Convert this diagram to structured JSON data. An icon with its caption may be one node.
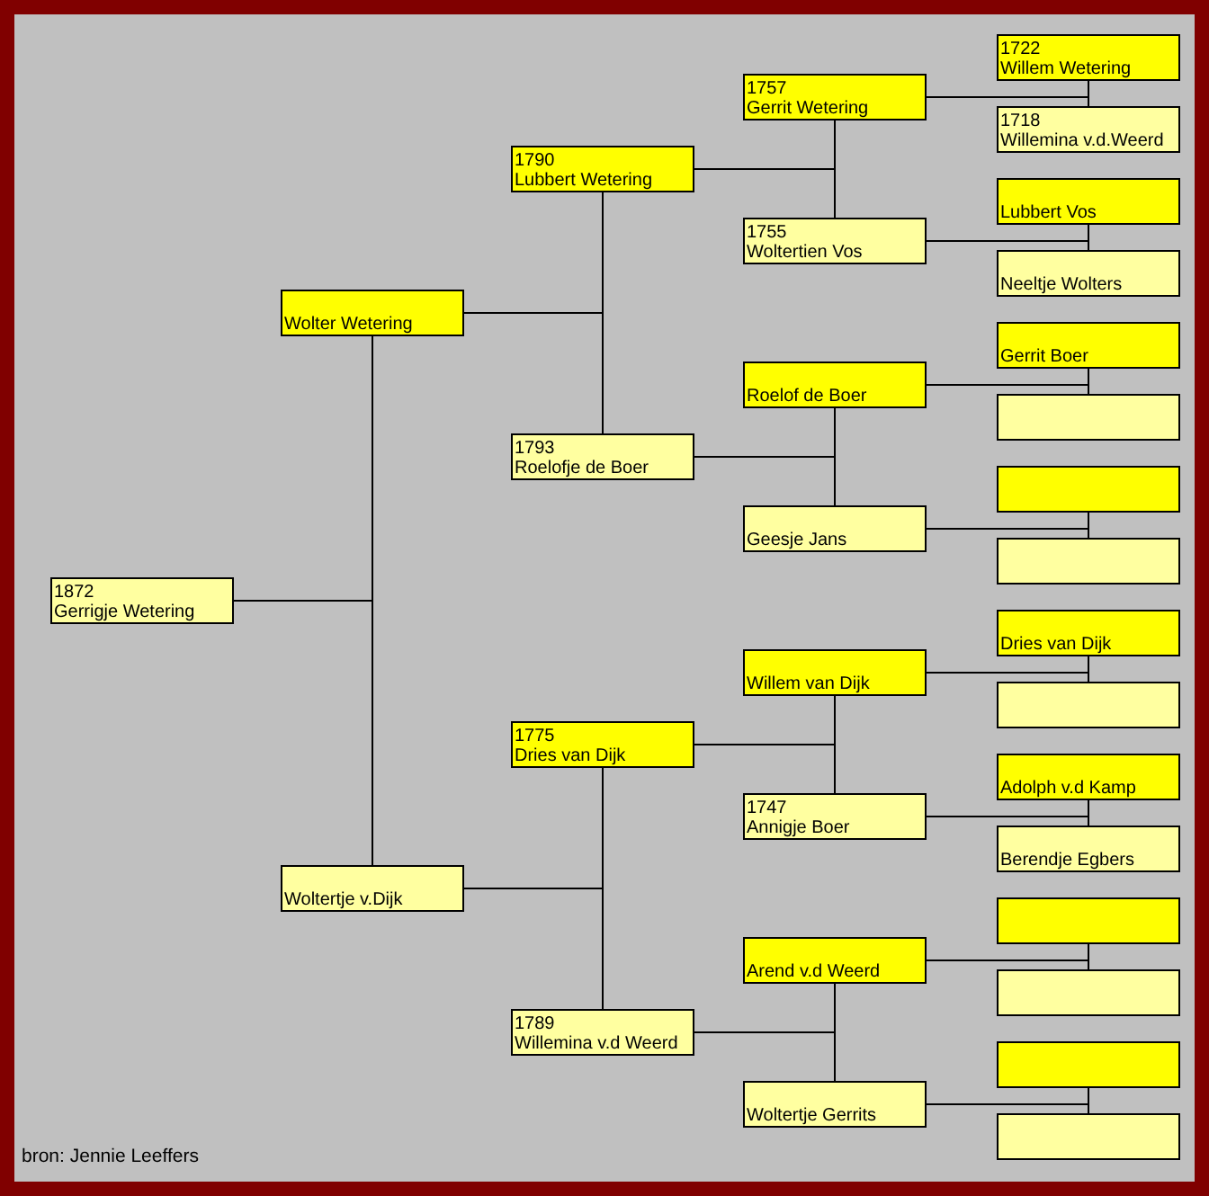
{
  "diagram": {
    "nodes": [
      {
        "text": [
          "1872",
          "Gerrigje Wetering"
        ]
      },
      {
        "text": [
          "Wolter Wetering"
        ]
      },
      {
        "text": [
          "Woltertje v.Dijk"
        ]
      },
      {
        "text": [
          "1790",
          "Lubbert Wetering"
        ]
      },
      {
        "text": [
          "1793",
          "Roelofje de Boer"
        ]
      },
      {
        "text": [
          "1775",
          "Dries van Dijk"
        ]
      },
      {
        "text": [
          "1789",
          "Willemina v.d Weerd"
        ]
      },
      {
        "text": [
          "1757",
          "Gerrit Wetering"
        ]
      },
      {
        "text": [
          "1755",
          "Woltertien Vos"
        ]
      },
      {
        "text": [
          "Roelof de Boer"
        ]
      },
      {
        "text": [
          "Geesje Jans"
        ]
      },
      {
        "text": [
          "Willem van Dijk"
        ]
      },
      {
        "text": [
          "1747",
          "Annigje Boer"
        ]
      },
      {
        "text": [
          "Arend v.d Weerd"
        ]
      },
      {
        "text": [
          "Woltertje Gerrits"
        ]
      },
      {
        "text": [
          "1722",
          "Willem Wetering"
        ]
      },
      {
        "text": [
          "1718",
          "Willemina v.d.Weerd"
        ]
      },
      {
        "text": [
          "Lubbert Vos"
        ]
      },
      {
        "text": [
          "Neeltje Wolters"
        ]
      },
      {
        "text": [
          "Gerrit Boer"
        ]
      },
      {
        "text": [],
        "shape": "box"
      },
      {
        "text": [],
        "shape": "box"
      },
      {
        "text": [],
        "shape": "box"
      },
      {
        "text": [
          "Dries van Dijk"
        ]
      },
      {
        "text": [],
        "shape": "box"
      },
      {
        "text": [
          "Adolph v.d Kamp"
        ]
      },
      {
        "text": [
          "Berendje Egbers"
        ]
      },
      {
        "text": [],
        "shape": "box"
      },
      {
        "text": [],
        "shape": "box"
      },
      {
        "text": [],
        "shape": "box"
      },
      {
        "text": [],
        "shape": "box"
      }
    ],
    "edges": [
      {
        "from": 0,
        "to": 1,
        "arrow": "none"
      },
      {
        "from": 0,
        "to": 2,
        "arrow": "none"
      },
      {
        "from": 1,
        "to": 3,
        "arrow": "none"
      },
      {
        "from": 1,
        "to": 4,
        "arrow": "none"
      },
      {
        "from": 2,
        "to": 5,
        "arrow": "none"
      },
      {
        "from": 2,
        "to": 6,
        "arrow": "none"
      },
      {
        "from": 3,
        "to": 7,
        "arrow": "none"
      },
      {
        "from": 3,
        "to": 8,
        "arrow": "none"
      },
      {
        "from": 4,
        "to": 9,
        "arrow": "none"
      },
      {
        "from": 4,
        "to": 10,
        "arrow": "none"
      },
      {
        "from": 5,
        "to": 11,
        "arrow": "none"
      },
      {
        "from": 5,
        "to": 12,
        "arrow": "none"
      },
      {
        "from": 6,
        "to": 13,
        "arrow": "none"
      },
      {
        "from": 6,
        "to": 14,
        "arrow": "none"
      },
      {
        "from": 7,
        "to": 15,
        "arrow": "none"
      },
      {
        "from": 7,
        "to": 16,
        "arrow": "none"
      },
      {
        "from": 8,
        "to": 17,
        "arrow": "none"
      },
      {
        "from": 8,
        "to": 18,
        "arrow": "none"
      },
      {
        "from": 9,
        "to": 19,
        "arrow": "none"
      },
      {
        "from": 9,
        "to": 20,
        "arrow": "none"
      },
      {
        "from": 10,
        "to": 21,
        "arrow": "none"
      },
      {
        "from": 10,
        "to": 22,
        "arrow": "none"
      },
      {
        "from": 11,
        "to": 23,
        "arrow": "none"
      },
      {
        "from": 11,
        "to": 24,
        "arrow": "none"
      },
      {
        "from": 12,
        "to": 25,
        "arrow": "none"
      },
      {
        "from": 12,
        "to": 26,
        "arrow": "none"
      },
      {
        "from": 13,
        "to": 27,
        "arrow": "none"
      },
      {
        "from": 13,
        "to": 28,
        "arrow": "none"
      },
      {
        "from": 14,
        "to": 29,
        "arrow": "none"
      },
      {
        "from": 14,
        "to": 30,
        "arrow": "none"
      }
    ],
    "labels": [
      "bron: Jennie Leeffers"
    ]
  }
}
